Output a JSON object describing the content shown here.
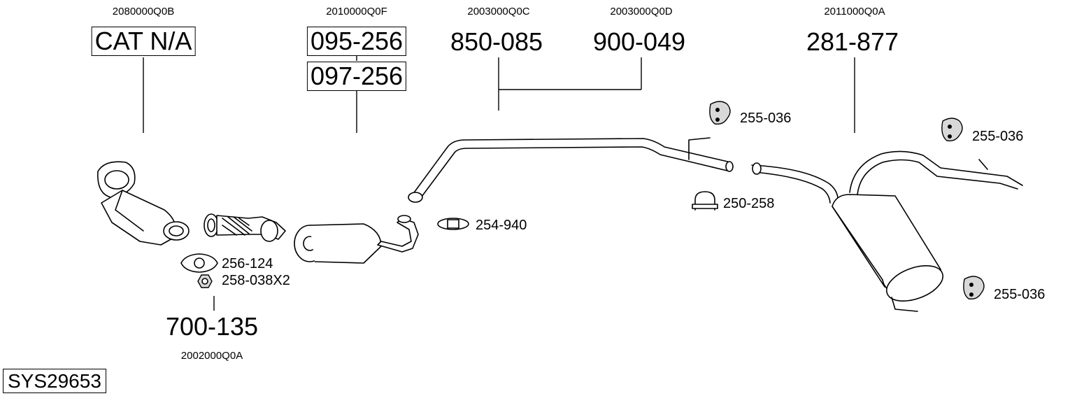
{
  "diagram_id": "SYS29653",
  "part_groups": [
    {
      "oem": "2080000Q0B",
      "parts": [
        "CAT N/A"
      ]
    },
    {
      "oem": "2010000Q0F",
      "parts": [
        "095-256",
        "097-256"
      ]
    },
    {
      "oem": "2003000Q0C",
      "parts": [
        "850-085"
      ]
    },
    {
      "oem": "2003000Q0D",
      "parts": [
        "900-049"
      ]
    },
    {
      "oem": "2011000Q0A",
      "parts": [
        "281-877"
      ]
    },
    {
      "oem": "2002000Q0A",
      "parts": [
        "700-135"
      ]
    }
  ],
  "accessories": [
    {
      "code": "255-036",
      "icon": "rubber-hanger-icon"
    },
    {
      "code": "255-036",
      "icon": "rubber-hanger-icon"
    },
    {
      "code": "255-036",
      "icon": "rubber-hanger-icon"
    },
    {
      "code": "250-258",
      "icon": "u-clamp-icon"
    },
    {
      "code": "254-940",
      "icon": "band-clamp-icon"
    },
    {
      "code": "256-124",
      "icon": "flange-gasket-icon"
    },
    {
      "code": "258-038X2",
      "icon": "hex-nut-icon"
    }
  ]
}
